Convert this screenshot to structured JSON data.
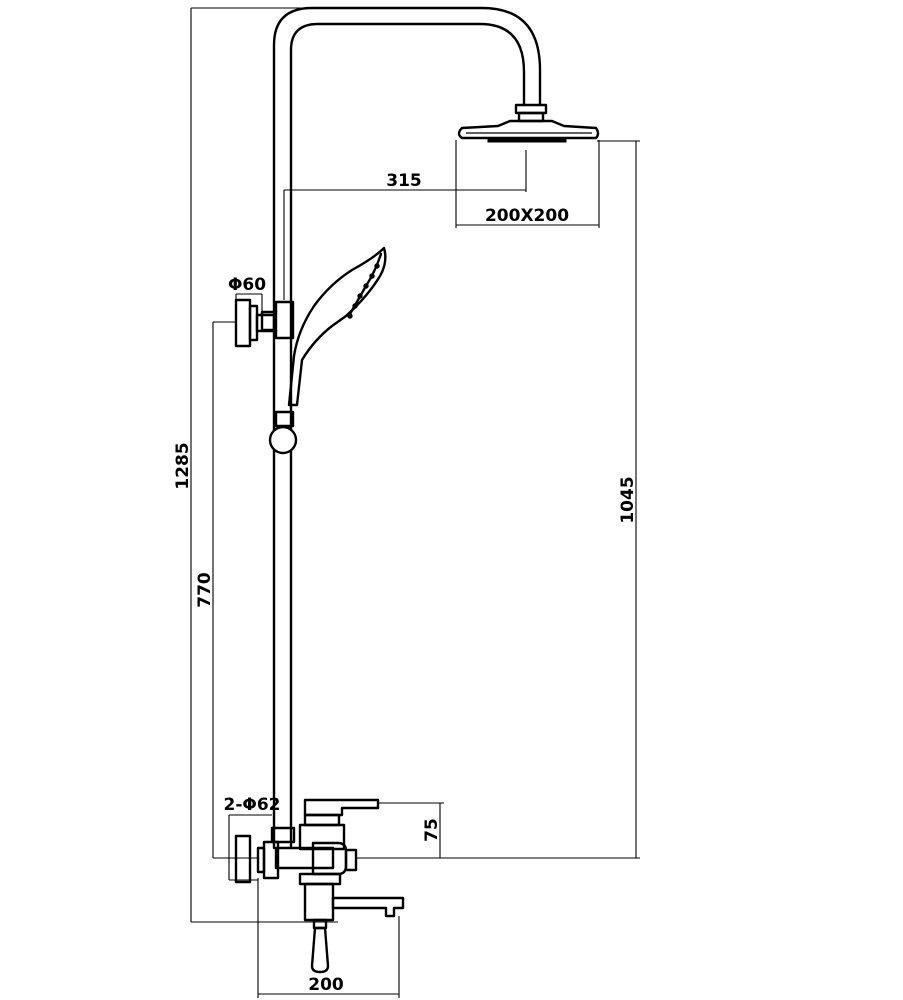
{
  "dimensions": {
    "total_height": "1285",
    "head_height": "1045",
    "arm_reach": "315",
    "head_size": "200X200",
    "holder_diameter": "Φ60",
    "slide_height": "770",
    "mount_diameter": "2-Φ62",
    "mixer_height": "75",
    "spout_length": "200"
  }
}
